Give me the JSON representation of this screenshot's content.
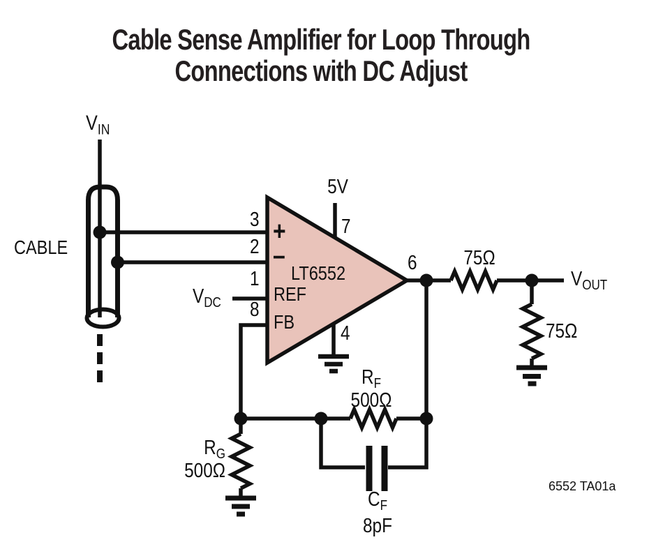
{
  "title": {
    "line1": "Cable Sense Amplifier for Loop Through",
    "line2": "Connections with DC Adjust"
  },
  "colors": {
    "amp_fill": "#e9c3ba",
    "line": "#000000",
    "background": "#ffffff"
  },
  "schematic": {
    "amplifier": {
      "part": "LT6552",
      "plus": "+",
      "minus": "–",
      "ref": "REF",
      "fb": "FB"
    },
    "pins": {
      "noninverting": "3",
      "inverting": "2",
      "ref": "1",
      "fb": "8",
      "supply": "7",
      "ground": "4",
      "output": "6"
    },
    "labels": {
      "vin": {
        "base": "V",
        "sub": "IN"
      },
      "cable": "CABLE",
      "vdc": {
        "base": "V",
        "sub": "DC"
      },
      "vout": {
        "base": "V",
        "sub": "OUT"
      },
      "supply": "5V"
    },
    "components": {
      "r_series": {
        "value": "75Ω"
      },
      "r_termination": {
        "value": "75Ω"
      },
      "r_feedback": {
        "base": "R",
        "sub": "F",
        "value": "500Ω"
      },
      "r_gain": {
        "base": "R",
        "sub": "G",
        "value": "500Ω"
      },
      "c_feedback": {
        "base": "C",
        "sub": "F",
        "value": "8pF"
      }
    },
    "doc_ref": "6552 TA01a"
  }
}
